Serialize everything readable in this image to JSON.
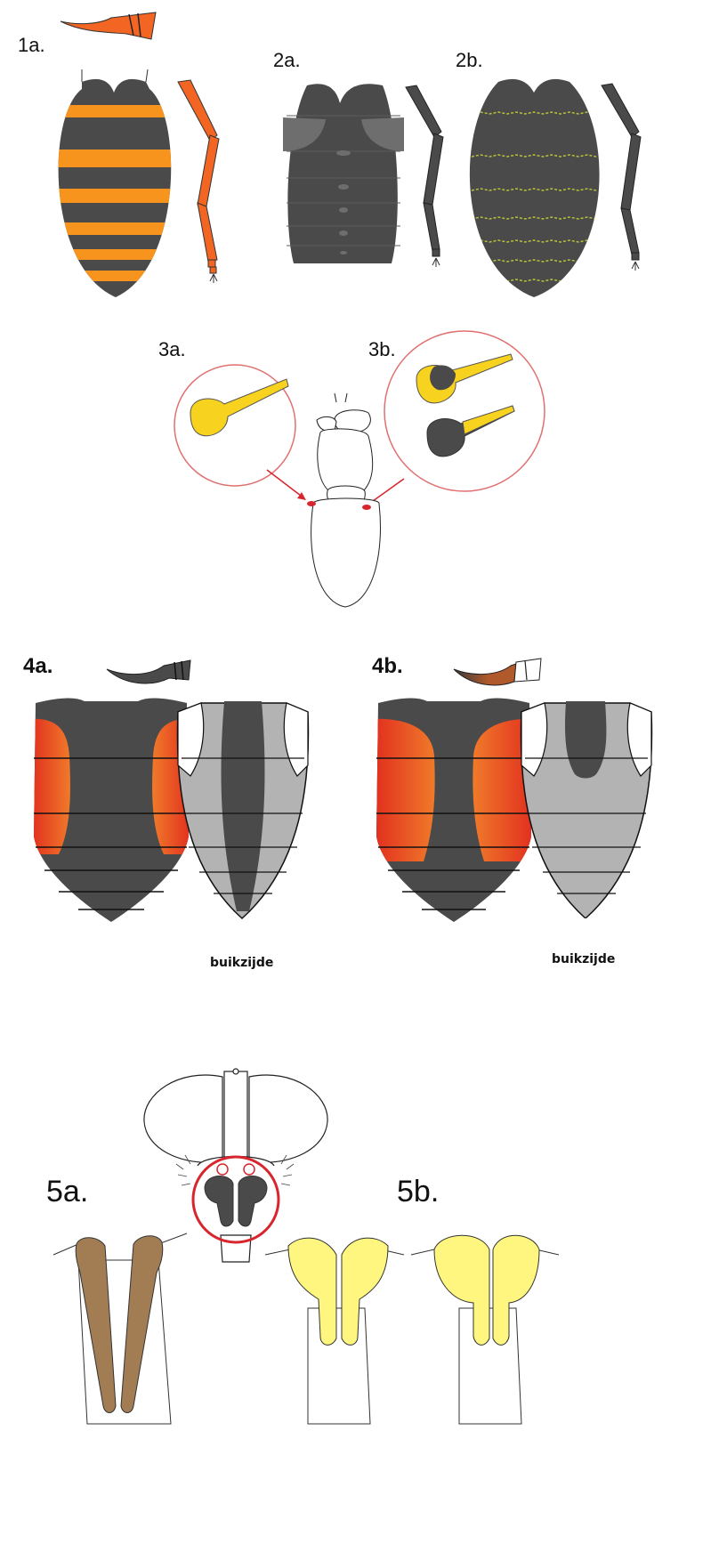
{
  "labels": {
    "l1a": "1a.",
    "l2a": "2a.",
    "l2b": "2b.",
    "l3a": "3a.",
    "l3b": "3b.",
    "l4a": "4a.",
    "l4b": "4b.",
    "l5a": "5a.",
    "l5b": "5b."
  },
  "captions": {
    "left": "buikzijde",
    "right": "buikzijde"
  },
  "colors": {
    "dark": "#4a4a4a",
    "orange": "#f7941d",
    "leg_orange": "#f26522",
    "yellow": "#f7d21e",
    "pale_yellow": "#fff67f",
    "red_marker": "#d7262d",
    "red_grad_outer": "#e02a1e",
    "red_grad_inner": "#f07a2a",
    "ventral_grey": "#b3b3b3",
    "brown": "#a27c53",
    "speckle_green": "#b9c13a"
  }
}
